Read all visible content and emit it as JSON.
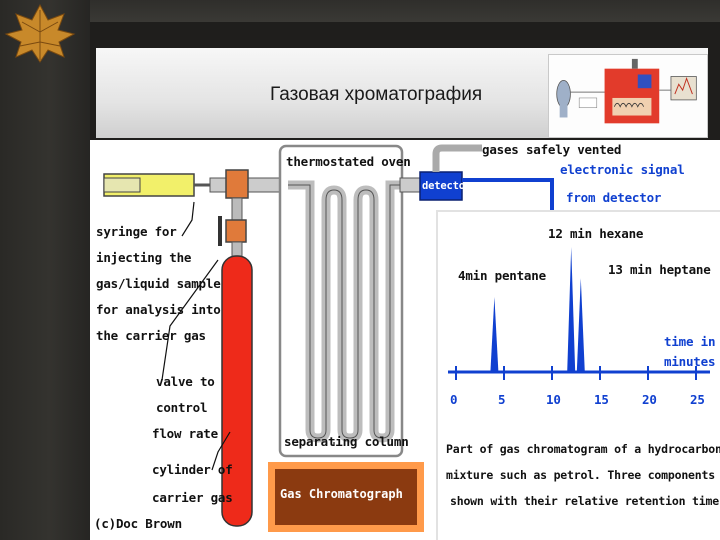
{
  "slide": {
    "title": "Газовая хроматография"
  },
  "diagram": {
    "oven_label": "thermostated oven",
    "vent_label": "gases safely vented",
    "detector_label": "detector",
    "signal_label_1": "electronic signal",
    "signal_label_2": "from detector",
    "syringe_lines": [
      "syringe for",
      "injecting the",
      "gas/liquid sample",
      "for analysis into",
      "the carrier gas"
    ],
    "valve_lines": [
      "valve to",
      "control",
      "flow rate"
    ],
    "cylinder_lines": [
      "cylinder of",
      "carrier gas"
    ],
    "column_label": "separating column",
    "gc_label": "Gas Chromatograph",
    "credit": "(c)Doc Brown"
  },
  "chromatogram": {
    "peaks": [
      {
        "time": 4,
        "label": "4min pentane",
        "height": 0.6
      },
      {
        "time": 12,
        "label": "12 min hexane",
        "height": 1.0
      },
      {
        "time": 13,
        "label": "13 min heptane",
        "height": 0.75
      }
    ],
    "axis_ticks": [
      "0",
      "5",
      "10",
      "15",
      "20",
      "25"
    ],
    "axis_label_1": "time in",
    "axis_label_2": "minutes",
    "caption_lines": [
      "Part of gas chromatogram of a hydrocarbon",
      "mixture such as petrol. Three components are",
      "shown with their relative retention times"
    ]
  },
  "colors": {
    "accent_blue": "#1040d0",
    "cylinder_red": "#ee2a1a",
    "gc_box_outer": "#ff9a4a",
    "gc_box_inner": "#8b3a10"
  }
}
